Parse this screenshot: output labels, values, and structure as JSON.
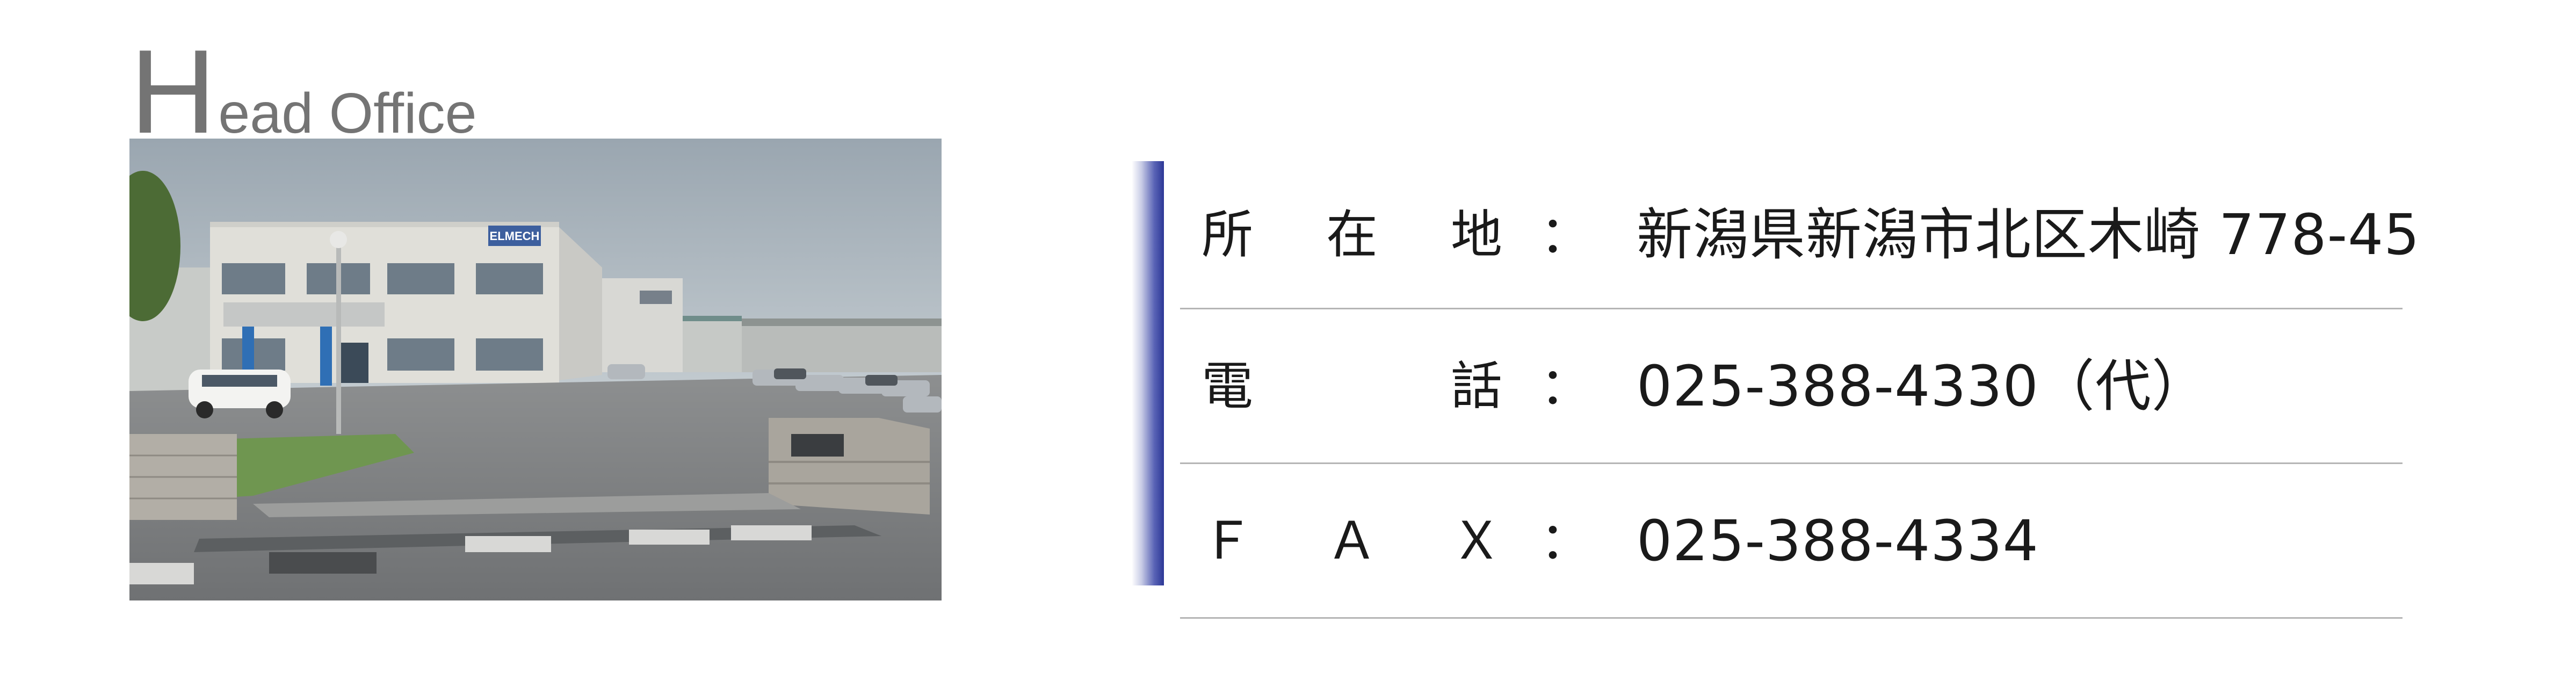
{
  "heading": {
    "initial": "H",
    "rest": "ead Office"
  },
  "photo": {
    "sign_text": "ELMECH"
  },
  "accent_color": "#2c3796",
  "rows": [
    {
      "label_chars": [
        "所",
        "在",
        "地"
      ],
      "colon": "：",
      "value": "新潟県新潟市北区木崎 778-45"
    },
    {
      "label_chars": [
        "電",
        "",
        "話"
      ],
      "colon": "：",
      "value": "025-388-4330（代）"
    },
    {
      "label_chars": [
        "Ｆ",
        "Ａ",
        "Ｘ"
      ],
      "colon": "：",
      "value": "025-388-4334"
    }
  ]
}
